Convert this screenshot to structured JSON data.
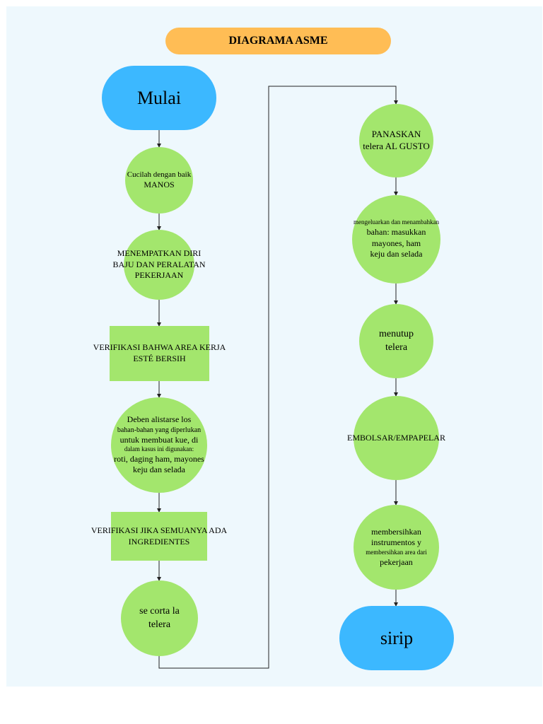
{
  "diagram": {
    "title": "DIAGRAMA ASME",
    "start": "Mulai",
    "end": "sirip",
    "left_steps": {
      "wash_hands": [
        "Cucilah dengan baik",
        "MANOS"
      ],
      "put_on_clothing": [
        "MENEMPATKAN DIRI",
        "BAJU DAN PERALATAN",
        "PEKERJAAN"
      ],
      "verify_area": [
        "VERIFIKASI BAHWA AREA KERJA",
        "ESTÉ BERSIH"
      ],
      "list_ingredients": [
        "Deben alistarse los",
        "bahan-bahan yang diperlukan",
        "untuk membuat kue, di",
        "dalam kasus ini digunakan:",
        "roti, daging ham, mayones",
        "keju dan selada"
      ],
      "verify_ingredients": [
        "VERIFIKASI JIKA SEMUANYA ADA",
        "INGREDIENTES"
      ],
      "cut_fabric": [
        "se corta la",
        "telera"
      ]
    },
    "right_steps": {
      "heat": [
        "PANASKAN",
        "telera AL GUSTO"
      ],
      "add_fillings": [
        "mengeluarkan dan menambahkan",
        "bahan: masukkan",
        "mayones, ham",
        "keju dan selada"
      ],
      "close": [
        "menutup",
        "telera"
      ],
      "pack": [
        "EMBOLSAR/EMPAPELAR"
      ],
      "clean": [
        "membersihkan",
        "instrumentos y",
        "membersihkan area dari",
        "pekerjaan"
      ]
    }
  }
}
